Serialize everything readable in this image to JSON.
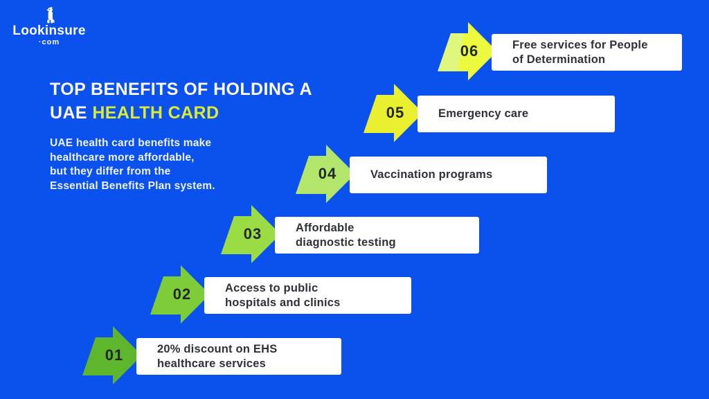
{
  "logo": {
    "brand": "Lookinsure",
    "domain": "·com",
    "mascot_icon": "meerkat-mascot-icon"
  },
  "title": {
    "line1": "TOP BENEFITS OF HOLDING A",
    "line2_white": "UAE",
    "line2_highlight": "HEALTH CARD"
  },
  "description": {
    "lines": [
      "UAE health card benefits make",
      "healthcare more affordable,",
      "but they differ from the",
      "Essential Benefits Plan system."
    ]
  },
  "colors": {
    "background": "#0a51ee",
    "bar": "#ffffff",
    "title_highlight": "#d9eb32",
    "step_text": "#2e3138",
    "number_text": "#23282d"
  },
  "steps": [
    {
      "num": "01",
      "lines": [
        "20% discount on EHS",
        "healthcare services"
      ],
      "color": "#5eb62c",
      "tail_color": "#5eb62c"
    },
    {
      "num": "02",
      "lines": [
        "Access to public",
        "hospitals and clinics"
      ],
      "color": "#7ccd37",
      "tail_color": "#7ccd37"
    },
    {
      "num": "03",
      "lines": [
        "Affordable",
        "diagnostic testing"
      ],
      "color": "#9bdc45",
      "tail_color": "#9bdc45"
    },
    {
      "num": "04",
      "lines": [
        "Vaccination programs"
      ],
      "color": "#b2e76b",
      "tail_color": "#b2e76b"
    },
    {
      "num": "05",
      "lines": [
        "Emergency care"
      ],
      "color": "#eaf02f",
      "tail_color": "#eaf02f"
    },
    {
      "num": "06",
      "lines": [
        "Free services for People",
        "of Determination"
      ],
      "color": "#ecf93c",
      "tail_color": "#e0f77e"
    }
  ]
}
